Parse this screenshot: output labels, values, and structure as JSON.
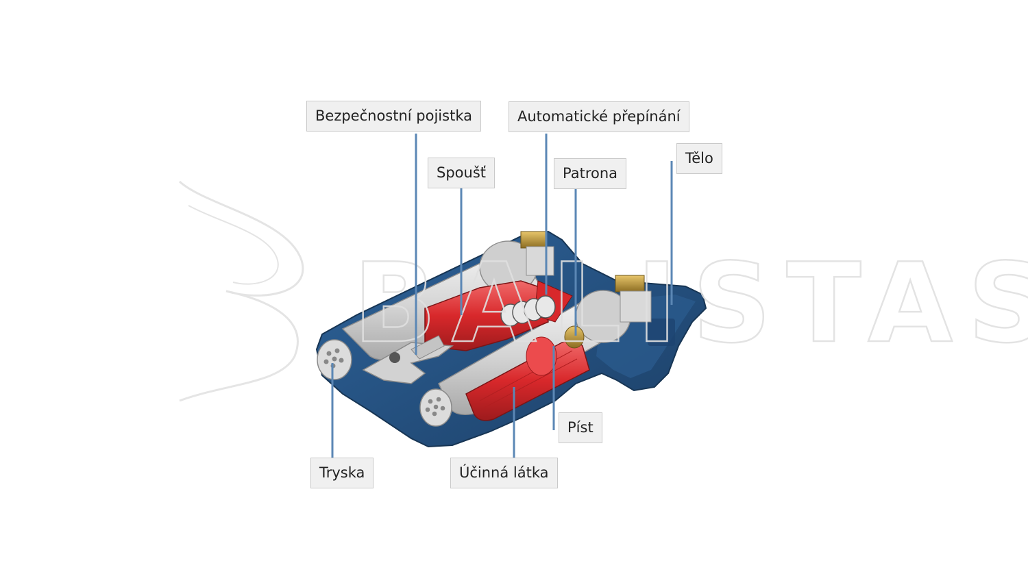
{
  "watermark": {
    "text": "BALISTAS"
  },
  "labels": {
    "safety": "Bezpečnostní pojistka",
    "auto_switch": "Automatické přepínání",
    "trigger": "Spoušť",
    "cartridge": "Patrona",
    "body": "Tělo",
    "piston": "Píst",
    "nozzle": "Tryska",
    "agent": "Účinná látka"
  },
  "colors": {
    "housing": "#24527f",
    "canister": "#cfcfcf",
    "red_part": "#d8282b",
    "brass": "#b8963a",
    "leader_line": "#5b87b5",
    "label_bg": "#f0f0f0"
  }
}
